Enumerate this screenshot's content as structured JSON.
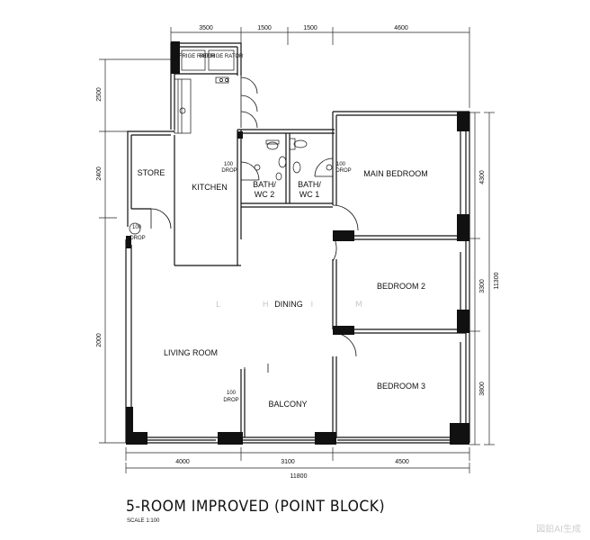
{
  "title": "5-ROOM IMPROVED (POINT BLOCK)",
  "scale": "SCALE  1:100",
  "watermark": "L H I M",
  "badge": "図鉛AI生成",
  "rooms": {
    "store": "STORE",
    "kitchen": "KITCHEN",
    "bath2_line1": "BATH/",
    "bath2_line2": "WC 2",
    "bath1_line1": "BATH/",
    "bath1_line2": "WC 1",
    "master": "MAIN BEDROOM",
    "bedroom2": "BEDROOM 2",
    "bedroom3": "BEDROOM 3",
    "dining": "DINING",
    "living": "LIVING ROOM",
    "balcony": "BALCONY"
  },
  "fixtures": {
    "fridge": "REFRIGE RATOR",
    "drop_value": "100",
    "drop_label": "DROP"
  },
  "dimensions": {
    "top": [
      "3500",
      "1500",
      "1500",
      "4600"
    ],
    "bottom": [
      "4000",
      "3100",
      "4500"
    ],
    "bottom_total": "11800",
    "left": [
      "2500",
      "2400",
      "2000"
    ],
    "right": [
      "4300",
      "3300",
      "3800"
    ],
    "right_total": "11300"
  }
}
